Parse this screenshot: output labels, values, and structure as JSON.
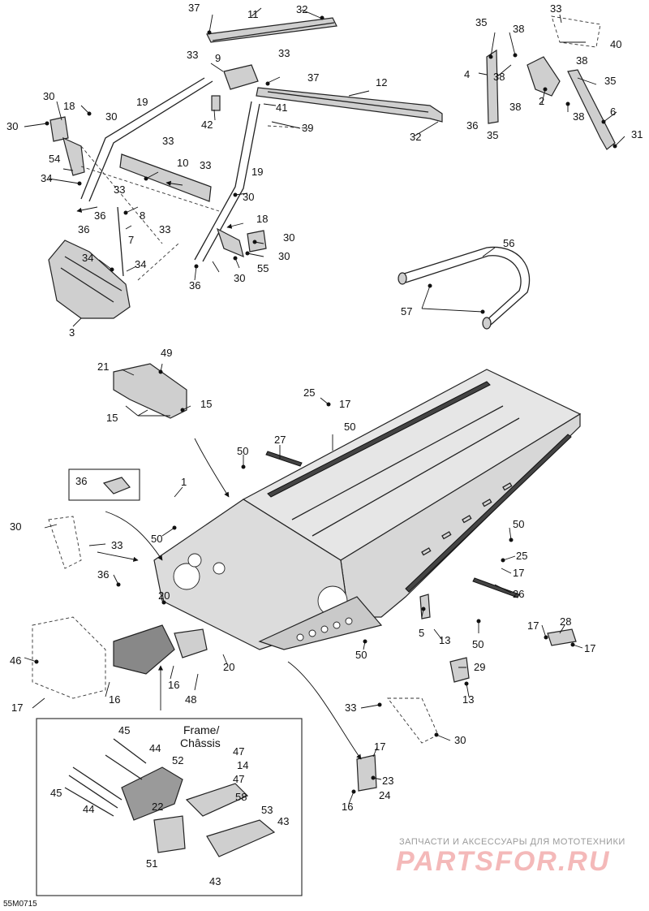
{
  "inset": {
    "label_line1": "Frame/",
    "label_line2": "Châssis"
  },
  "watermark": {
    "tagline": "ЗАПЧАСТИ И АКСЕССУАРЫ ДЛЯ МОТОТЕХНИКИ",
    "logo": "PARTSFOR.RU",
    "logo_color": "#f4b9b9"
  },
  "drawing_code": "55M0715",
  "callouts": [
    {
      "id": "c1",
      "t": "37"
    },
    {
      "id": "c2",
      "t": "11"
    },
    {
      "id": "c3",
      "t": "32"
    },
    {
      "id": "c4",
      "t": "33"
    },
    {
      "id": "c5",
      "t": "9"
    },
    {
      "id": "c6",
      "t": "33"
    },
    {
      "id": "c7",
      "t": "37"
    },
    {
      "id": "c8",
      "t": "12"
    },
    {
      "id": "c9",
      "t": "30"
    },
    {
      "id": "c10",
      "t": "18"
    },
    {
      "id": "c11",
      "t": "19"
    },
    {
      "id": "c12",
      "t": "30"
    },
    {
      "id": "c13",
      "t": "30"
    },
    {
      "id": "c14",
      "t": "54"
    },
    {
      "id": "c15",
      "t": "42"
    },
    {
      "id": "c16",
      "t": "41"
    },
    {
      "id": "c17",
      "t": "39"
    },
    {
      "id": "c18",
      "t": "32"
    },
    {
      "id": "c19",
      "t": "33"
    },
    {
      "id": "c20",
      "t": "10"
    },
    {
      "id": "c21",
      "t": "33"
    },
    {
      "id": "c22",
      "t": "19"
    },
    {
      "id": "c23",
      "t": "34"
    },
    {
      "id": "c24",
      "t": "33"
    },
    {
      "id": "c25",
      "t": "36"
    },
    {
      "id": "c26",
      "t": "8"
    },
    {
      "id": "c27",
      "t": "36"
    },
    {
      "id": "c28",
      "t": "33"
    },
    {
      "id": "c29",
      "t": "30"
    },
    {
      "id": "c30",
      "t": "18"
    },
    {
      "id": "c31",
      "t": "7"
    },
    {
      "id": "c32",
      "t": "30"
    },
    {
      "id": "c33",
      "t": "30"
    },
    {
      "id": "c34",
      "t": "34"
    },
    {
      "id": "c35",
      "t": "34"
    },
    {
      "id": "c36",
      "t": "55"
    },
    {
      "id": "c37",
      "t": "30"
    },
    {
      "id": "c38",
      "t": "36"
    },
    {
      "id": "c39",
      "t": "3"
    },
    {
      "id": "c40",
      "t": "33"
    },
    {
      "id": "c41",
      "t": "35"
    },
    {
      "id": "c42",
      "t": "38"
    },
    {
      "id": "c43",
      "t": "40"
    },
    {
      "id": "c44",
      "t": "4"
    },
    {
      "id": "c45",
      "t": "38"
    },
    {
      "id": "c46",
      "t": "38"
    },
    {
      "id": "c47",
      "t": "35"
    },
    {
      "id": "c48",
      "t": "2"
    },
    {
      "id": "c49",
      "t": "38"
    },
    {
      "id": "c50",
      "t": "38"
    },
    {
      "id": "c51",
      "t": "6"
    },
    {
      "id": "c52",
      "t": "36"
    },
    {
      "id": "c53",
      "t": "35"
    },
    {
      "id": "c54",
      "t": "31"
    },
    {
      "id": "c55",
      "t": "56"
    },
    {
      "id": "c56",
      "t": "57"
    },
    {
      "id": "c57",
      "t": "49"
    },
    {
      "id": "c58",
      "t": "21"
    },
    {
      "id": "c59",
      "t": "15"
    },
    {
      "id": "c60",
      "t": "15"
    },
    {
      "id": "c61",
      "t": "25"
    },
    {
      "id": "c62",
      "t": "17"
    },
    {
      "id": "c63",
      "t": "50"
    },
    {
      "id": "c64",
      "t": "27"
    },
    {
      "id": "c65",
      "t": "50"
    },
    {
      "id": "c66",
      "t": "36"
    },
    {
      "id": "c67",
      "t": "1"
    },
    {
      "id": "c68",
      "t": "30"
    },
    {
      "id": "c69",
      "t": "33"
    },
    {
      "id": "c70",
      "t": "50"
    },
    {
      "id": "c71",
      "t": "50"
    },
    {
      "id": "c72",
      "t": "25"
    },
    {
      "id": "c73",
      "t": "17"
    },
    {
      "id": "c74",
      "t": "36"
    },
    {
      "id": "c75",
      "t": "20"
    },
    {
      "id": "c76",
      "t": "26"
    },
    {
      "id": "c77",
      "t": "5"
    },
    {
      "id": "c78",
      "t": "13"
    },
    {
      "id": "c79",
      "t": "50"
    },
    {
      "id": "c80",
      "t": "17"
    },
    {
      "id": "c81",
      "t": "28"
    },
    {
      "id": "c82",
      "t": "17"
    },
    {
      "id": "c83",
      "t": "50"
    },
    {
      "id": "c84",
      "t": "29"
    },
    {
      "id": "c85",
      "t": "13"
    },
    {
      "id": "c86",
      "t": "46"
    },
    {
      "id": "c87",
      "t": "17"
    },
    {
      "id": "c88",
      "t": "16"
    },
    {
      "id": "c89",
      "t": "16"
    },
    {
      "id": "c90",
      "t": "48"
    },
    {
      "id": "c91",
      "t": "20"
    },
    {
      "id": "c92",
      "t": "33"
    },
    {
      "id": "c93",
      "t": "30"
    },
    {
      "id": "c94",
      "t": "17"
    },
    {
      "id": "c95",
      "t": "23"
    },
    {
      "id": "c96",
      "t": "24"
    },
    {
      "id": "c97",
      "t": "16"
    },
    {
      "id": "c98",
      "t": "45"
    },
    {
      "id": "c99",
      "t": "44"
    },
    {
      "id": "c100",
      "t": "52"
    },
    {
      "id": "c101",
      "t": "47"
    },
    {
      "id": "c102",
      "t": "14"
    },
    {
      "id": "c103",
      "t": "47"
    },
    {
      "id": "c104",
      "t": "45"
    },
    {
      "id": "c105",
      "t": "44"
    },
    {
      "id": "c106",
      "t": "58"
    },
    {
      "id": "c107",
      "t": "22"
    },
    {
      "id": "c108",
      "t": "53"
    },
    {
      "id": "c109",
      "t": "43"
    },
    {
      "id": "c110",
      "t": "51"
    },
    {
      "id": "c111",
      "t": "43"
    }
  ]
}
